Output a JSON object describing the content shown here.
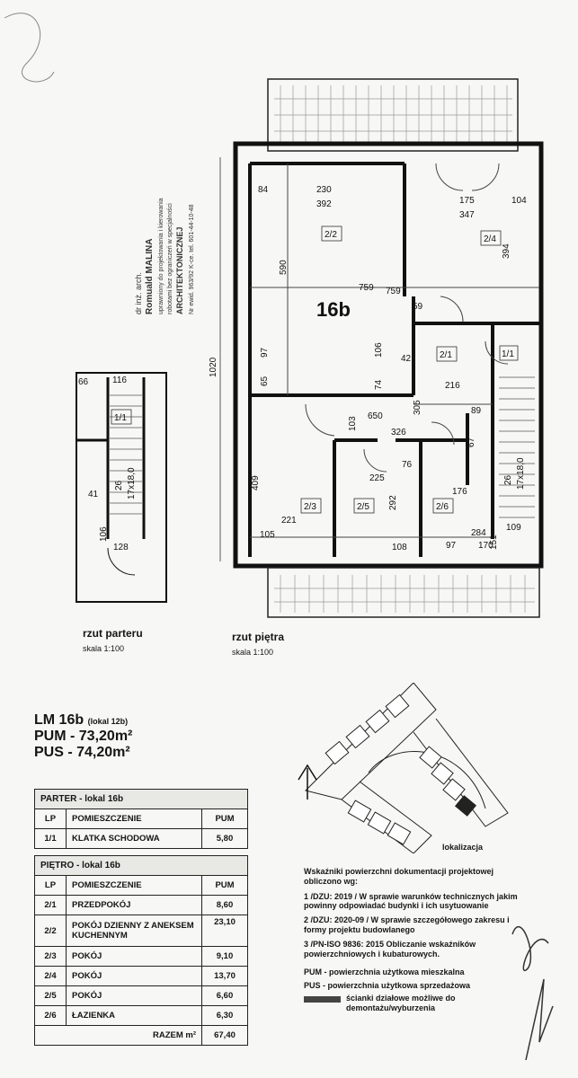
{
  "stamp": {
    "lines": [
      "dr inż. arch.",
      "Romuald MALINA",
      "uprawniony do projektowania i kierowania",
      "robotami bez ograniczeń w specjalności",
      "ARCHITEKTONICZNEJ",
      "Nr ewid. 963/92 K-ce, tel. 601-44-10-48"
    ]
  },
  "plan": {
    "unit_label": "16b",
    "floor_caption": "rzut piętra",
    "floor_scale": "skala 1:100",
    "ground_caption": "rzut parteru",
    "ground_scale": "skala 1:100",
    "rooms": [
      "2/2",
      "2/4",
      "2/1",
      "1/1",
      "2/3",
      "2/5",
      "2/6",
      "1/1"
    ],
    "dims": [
      "84",
      "230",
      "392",
      "175",
      "104",
      "347",
      "590",
      "759",
      "759",
      "59",
      "97",
      "106",
      "42",
      "65",
      "74",
      "216",
      "305",
      "89",
      "650",
      "103",
      "326",
      "67",
      "225",
      "76",
      "409",
      "292",
      "176",
      "221",
      "105",
      "108",
      "97",
      "170",
      "284",
      "109",
      "151",
      "1020",
      "66",
      "116",
      "26",
      "17x18,0",
      "41",
      "106",
      "128",
      "26",
      "17x18,0",
      "394"
    ]
  },
  "summary": {
    "title": "LM 16b",
    "title_note": "(lokal 12b)",
    "pum": "PUM - 73,20m²",
    "pus": "PUS - 74,20m²"
  },
  "parter_table": {
    "title": "PARTER - lokal 16b",
    "headers": [
      "LP",
      "POMIESZCZENIE",
      "PUM"
    ],
    "rows": [
      [
        "1/1",
        "KLATKA SCHODOWA",
        "5,80"
      ]
    ]
  },
  "pietro_table": {
    "title": "PIĘTRO - lokal 16b",
    "headers": [
      "LP",
      "POMIESZCZENIE",
      "PUM"
    ],
    "rows": [
      [
        "2/1",
        "PRZEDPOKÓJ",
        "8,60"
      ],
      [
        "2/2",
        "POKÓJ DZIENNY Z ANEKSEM KUCHENNYM",
        "23,10"
      ],
      [
        "2/3",
        "POKÓJ",
        "9,10"
      ],
      [
        "2/4",
        "POKÓJ",
        "13,70"
      ],
      [
        "2/5",
        "POKÓJ",
        "6,60"
      ],
      [
        "2/6",
        "ŁAZIENKA",
        "6,30"
      ]
    ],
    "total_label": "RAZEM m²",
    "total_value": "67,40"
  },
  "location_label": "lokalizacja",
  "notes": {
    "intro": "Wskaźniki powierzchni dokumentacji projektowej obliczono wg:",
    "items": [
      "1 /DZU: 2019 / W sprawie warunków technicznych jakim powinny odpowiadać budynki i ich usytuowanie",
      "2 /DZU: 2020-09 / W sprawie szczegółowego zakresu i formy projektu budowlanego",
      "3 /PN-ISO 9836: 2015 Obliczanie wskaźników powierzchniowych i kubaturowych."
    ],
    "pum_def": "PUM - powierzchnia użytkowa mieszkalna",
    "pus_def": "PUS - powierzchnia użytkowa sprzedażowa",
    "legend": "ścianki działowe możliwe do demontażu/wyburzenia"
  }
}
